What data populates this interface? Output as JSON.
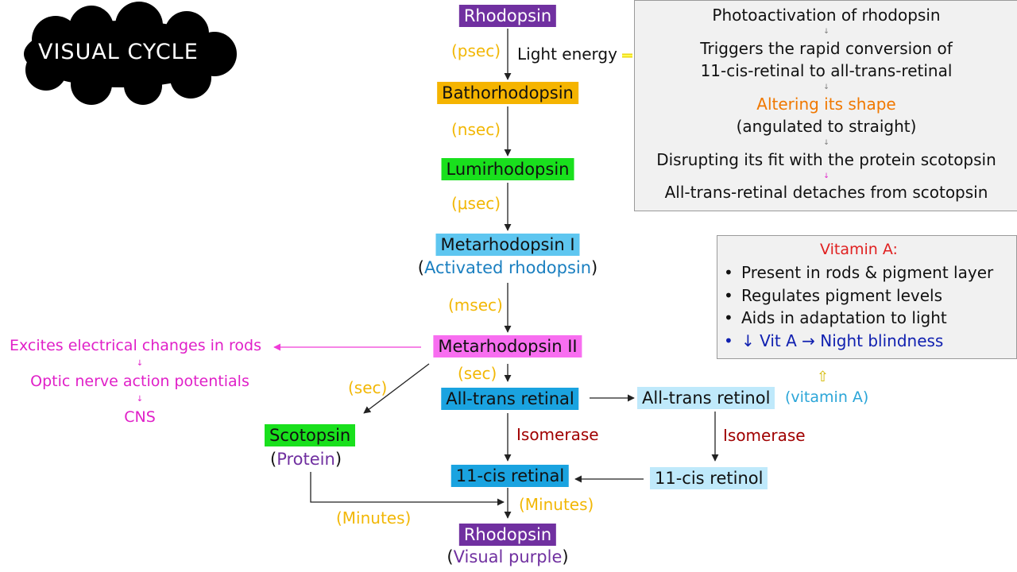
{
  "title": "VISUAL CYCLE",
  "colors": {
    "purple": "#7030a0",
    "orange": "#f5b400",
    "green": "#19e01d",
    "lightblue": "#5ec6f0",
    "pink": "#f86ef0",
    "deepblue": "#1aa3e0",
    "paleblue": "#bfe9fb",
    "time": "#f2b705",
    "magenta": "#e020c8",
    "darkred": "#a00000"
  },
  "main": {
    "rhodopsin_top": "Rhodopsin",
    "psec": "(psec)",
    "light_energy": "Light energy",
    "bathorhodopsin": "Bathorhodopsin",
    "nsec": "(nsec)",
    "lumirhodopsin": "Lumirhodopsin",
    "usec": "(μsec)",
    "metarhodopsin_1": "Metarhodopsin I",
    "paren_open": "(",
    "activated_rhodopsin": "Activated rhodopsin",
    "paren_close": ")",
    "msec": "(msec)",
    "metarhodopsin_2": "Metarhodopsin II",
    "sec_center": "(sec)",
    "sec_left": "(sec)",
    "all_trans_retinal": "All-trans retinal",
    "all_trans_retinol": "All-trans retinol",
    "vitamin_a_label": "(vitamin A)",
    "isomerase_left": "Isomerase",
    "isomerase_right": "Isomerase",
    "scotopsin": "Scotopsin",
    "protein": "Protein",
    "cis_retinal": "11-cis retinal",
    "cis_retinol": "11-cis retinol",
    "minutes_right": "(Minutes)",
    "minutes_left": "(Minutes)",
    "rhodopsin_bottom": "Rhodopsin",
    "visual_purple": "Visual purple"
  },
  "excite": {
    "line1": "Excites electrical changes in rods",
    "line2": "Optic nerve action potentials",
    "line3": "CNS",
    "small_arrow": "↓"
  },
  "photo_panel": {
    "line1": "Photoactivation of rhodopsin",
    "line2": "Triggers the rapid conversion of",
    "line3": "11-cis-retinal to all-trans-retinal",
    "line4": "Altering its shape",
    "line5": "(angulated to straight)",
    "line6": "Disrupting its fit with the protein scotopsin",
    "line7": "All-trans-retinal detaches from scotopsin",
    "small_arrow": "↓"
  },
  "vitamin_panel": {
    "title": "Vitamin A:",
    "bullet": "•",
    "items": [
      "Present in rods & pigment layer",
      "Regulates pigment levels",
      "Aids in adaptation to light",
      "↓ Vit A → Night blindness"
    ],
    "up_arrow": "⇧"
  }
}
